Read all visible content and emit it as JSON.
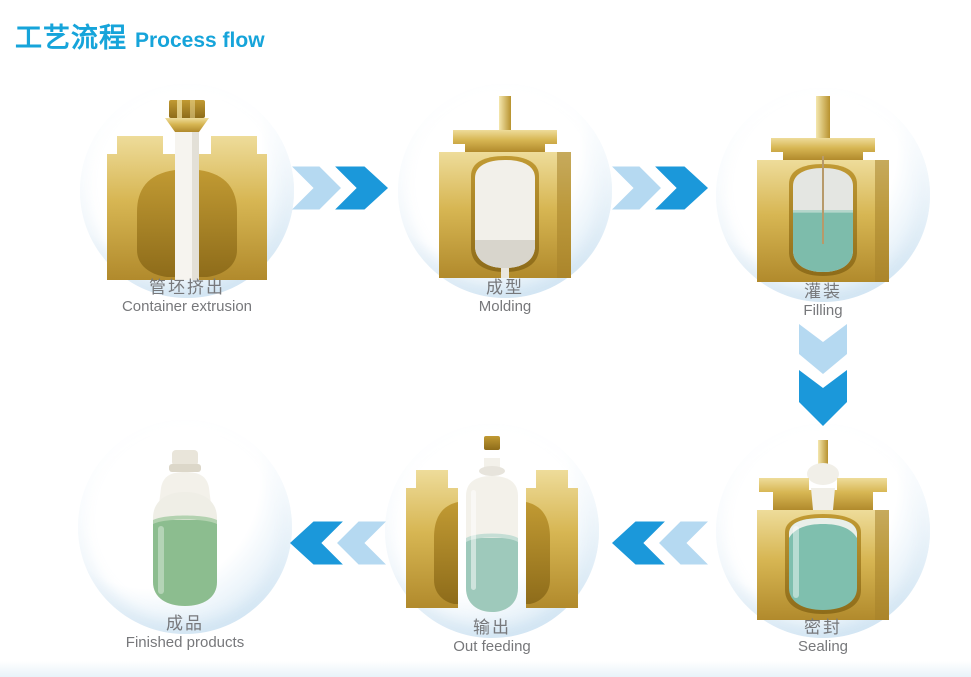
{
  "page": {
    "title_zh": "工艺流程",
    "title_en": "Process flow",
    "accent_color": "#16a4da",
    "arrow_dark_color": "#1b98da",
    "arrow_light_color": "#b5d9f1",
    "label_color": "#77787b"
  },
  "steps": [
    {
      "zh": "管坯挤出",
      "en": "Container extrusion"
    },
    {
      "zh": "成型",
      "en": "Molding"
    },
    {
      "zh": "灌装",
      "en": "Filling"
    },
    {
      "zh": "密封",
      "en": "Sealing"
    },
    {
      "zh": "输出",
      "en": "Out feeding"
    },
    {
      "zh": "成品",
      "en": "Finished products"
    }
  ]
}
